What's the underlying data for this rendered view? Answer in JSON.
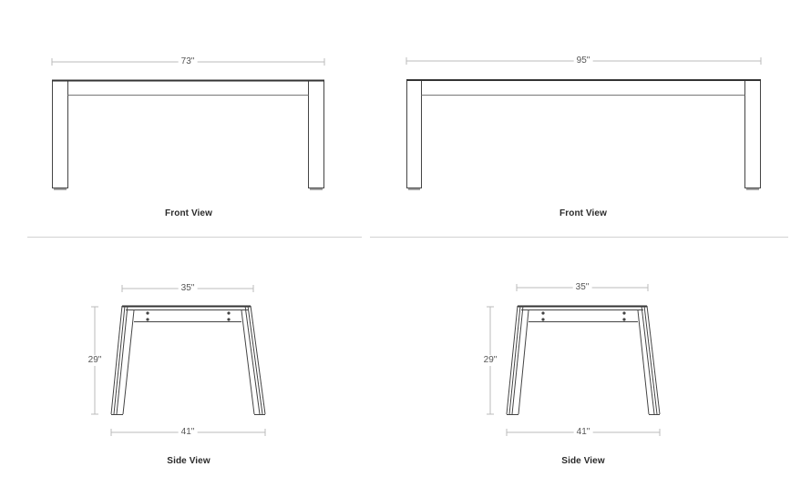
{
  "colors": {
    "background": "#ffffff",
    "outline": "#444444",
    "top_edge": "#333333",
    "dimension_line": "#bbbbbb",
    "divider": "#d2d2d2",
    "label_text": "#2a2a2a"
  },
  "drawings": {
    "front_small": {
      "view_label": "Front View",
      "width_dimension": "73\""
    },
    "front_large": {
      "view_label": "Front View",
      "width_dimension": "95\""
    },
    "side_left": {
      "view_label": "Side View",
      "top_width_dimension": "35\"",
      "height_dimension": "29\"",
      "base_width_dimension": "41\""
    },
    "side_right": {
      "view_label": "Side View",
      "top_width_dimension": "35\"",
      "height_dimension": "29\"",
      "base_width_dimension": "41\""
    }
  }
}
